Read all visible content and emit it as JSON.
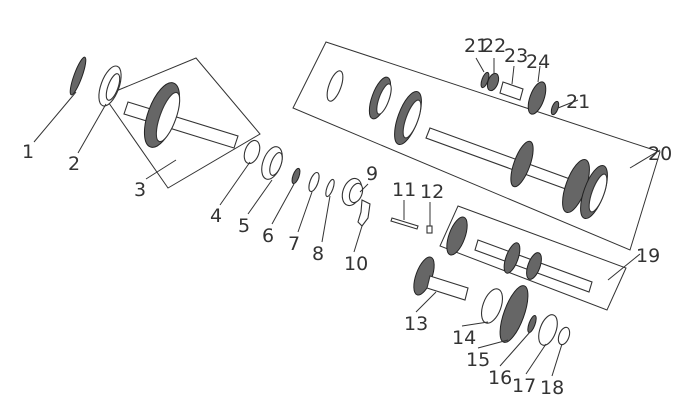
{
  "diagram": {
    "type": "exploded-parts-diagram",
    "callouts": [
      "1",
      "2",
      "3",
      "4",
      "5",
      "6",
      "7",
      "8",
      "9",
      "10",
      "11",
      "12",
      "13",
      "14",
      "15",
      "16",
      "17",
      "18",
      "19",
      "20",
      "21",
      "22",
      "23",
      "24",
      "21"
    ]
  }
}
